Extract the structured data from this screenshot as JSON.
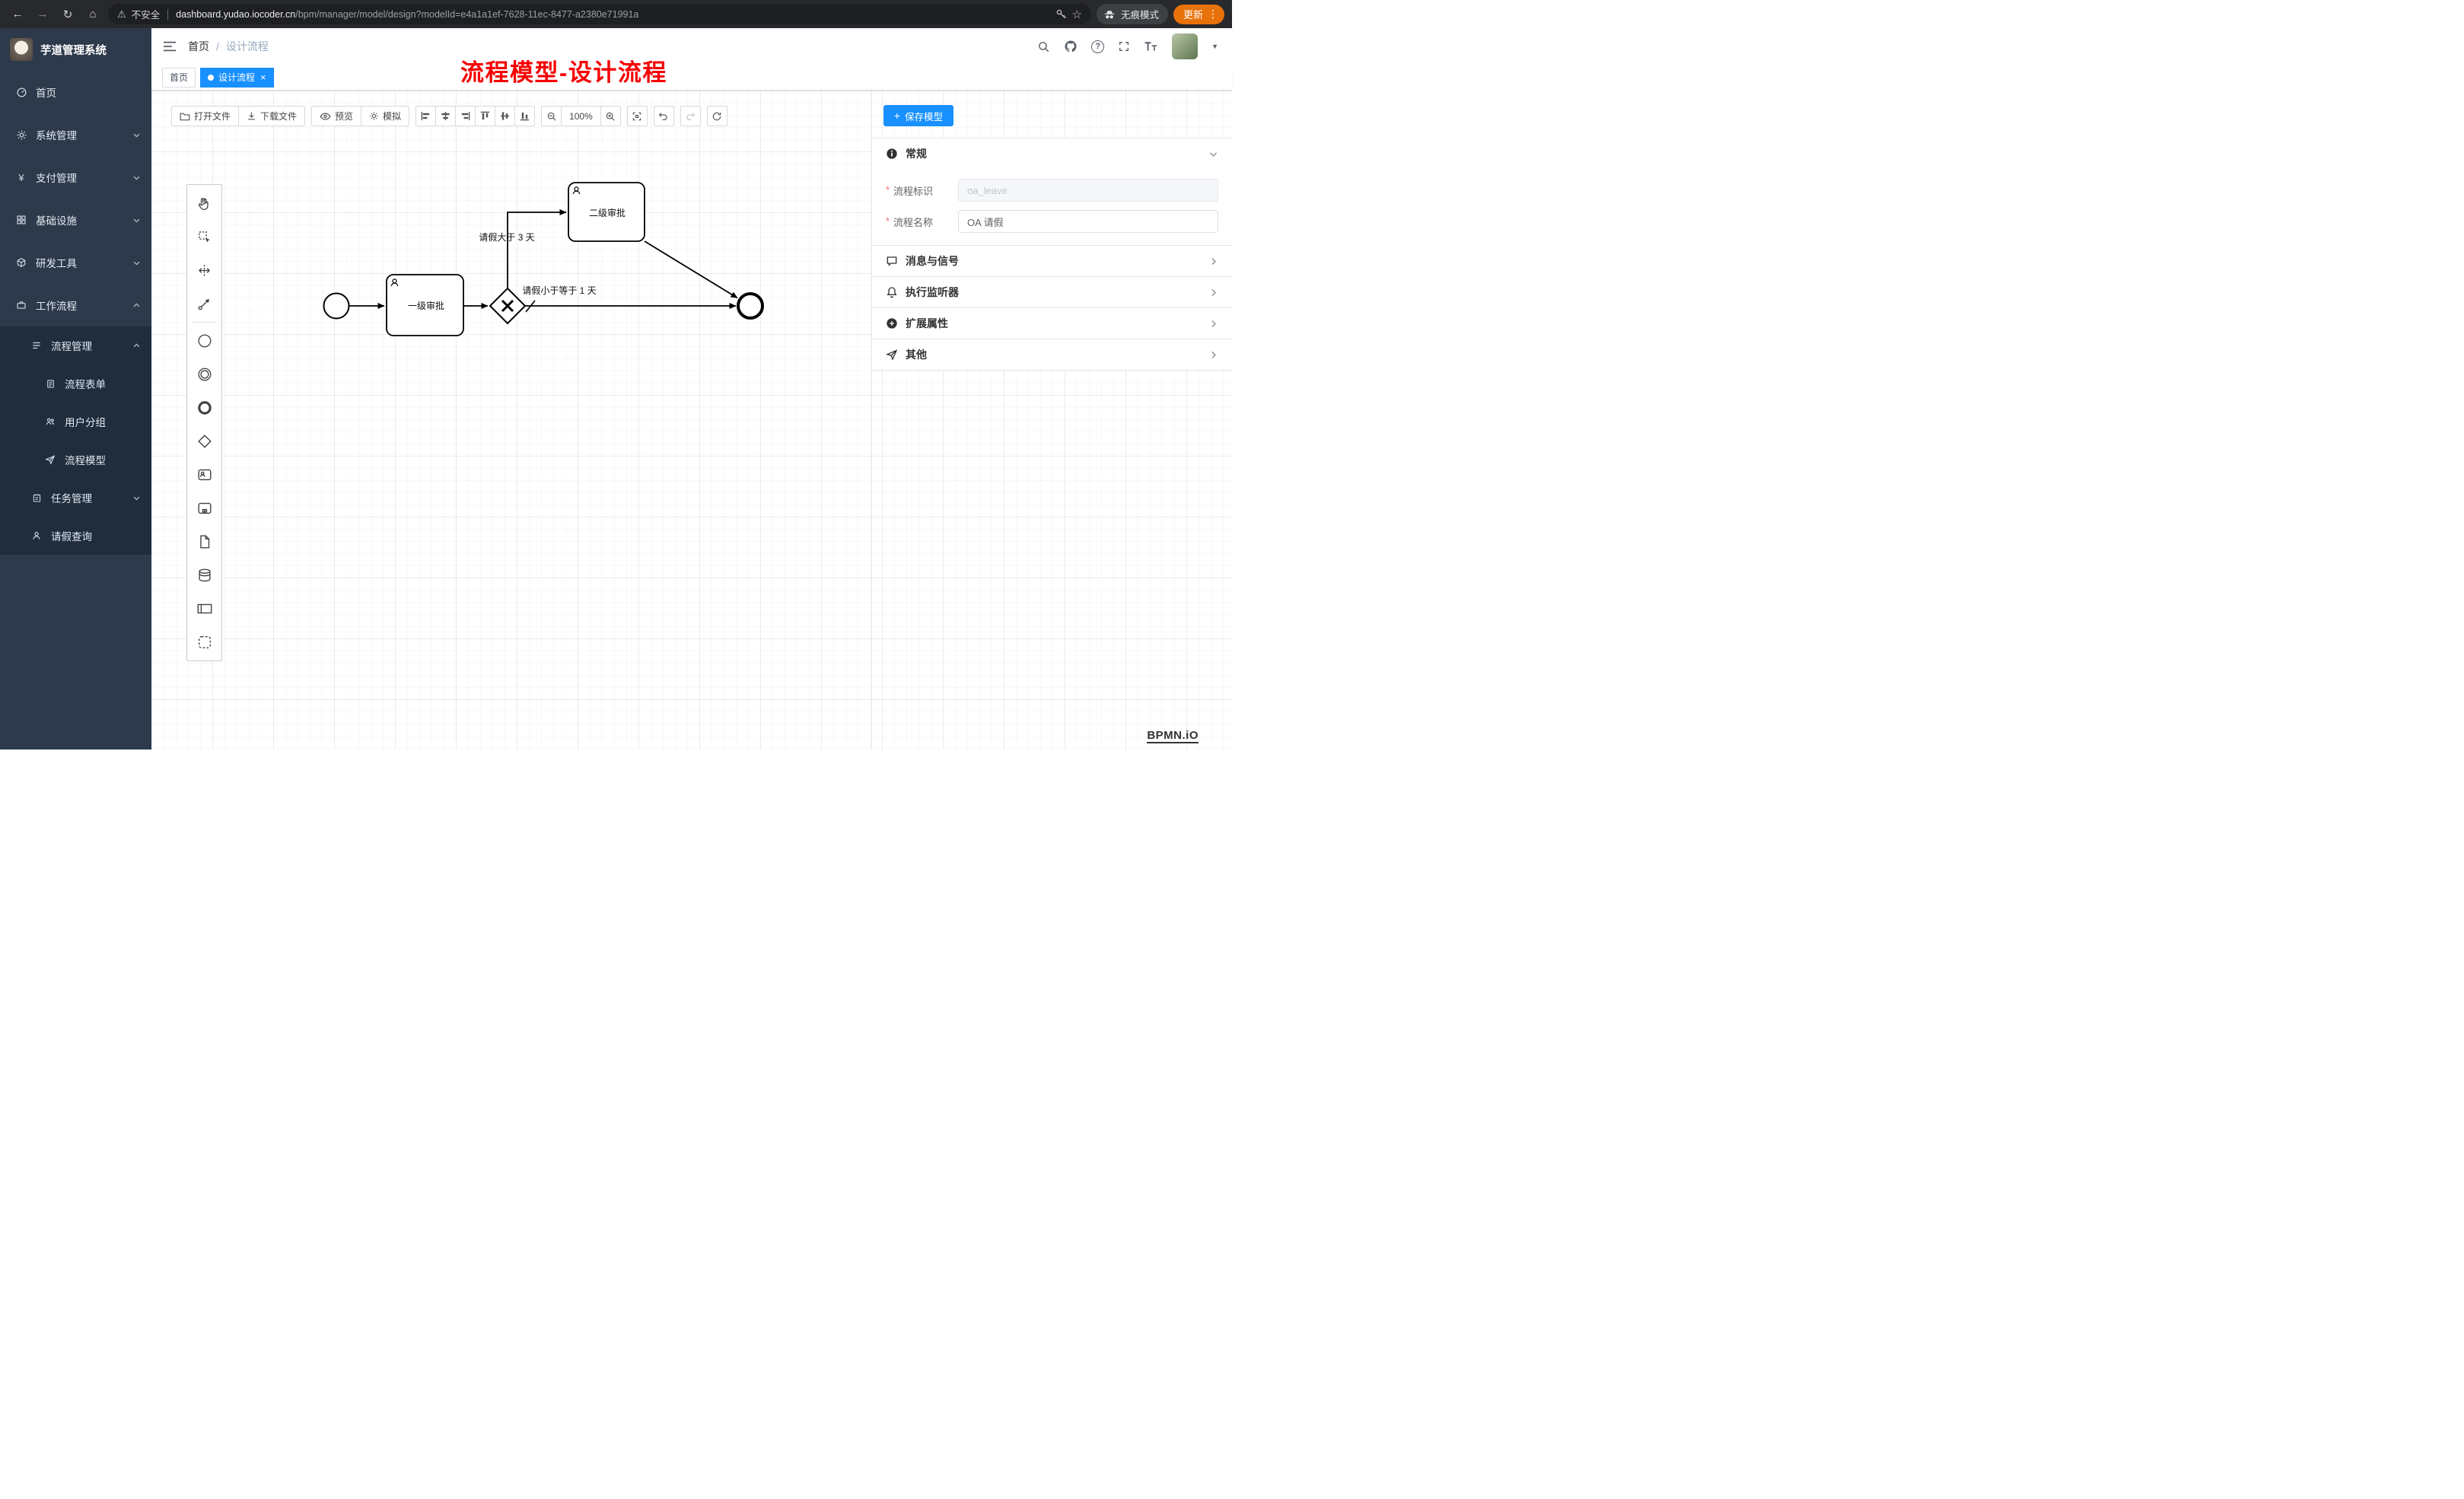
{
  "colors": {
    "accent": "#1890ff",
    "update": "#e8710a"
  },
  "browser": {
    "security_label": "不安全",
    "url_domain": "dashboard.yudao.iocoder.cn",
    "url_path": "/bpm/manager/model/design?modelId=e4a1a1ef-7628-11ec-8477-a2380e71991a",
    "incognito_label": "无痕模式",
    "update_label": "更新"
  },
  "sidebar": {
    "logo_title": "芋道管理系统",
    "items": [
      {
        "label": "首页",
        "icon": "dashboard-icon"
      },
      {
        "label": "系统管理",
        "icon": "gear-icon",
        "chevron": "down"
      },
      {
        "label": "支付管理",
        "icon": "payment-icon",
        "chevron": "down"
      },
      {
        "label": "基础设施",
        "icon": "infrastructure-icon",
        "chevron": "down"
      },
      {
        "label": "研发工具",
        "icon": "devtools-icon",
        "chevron": "down"
      },
      {
        "label": "工作流程",
        "icon": "workflow-icon",
        "chevron": "up"
      },
      {
        "label": "流程管理",
        "icon": "process-management-icon",
        "chevron": "up"
      },
      {
        "label": "流程表单",
        "icon": "form-icon"
      },
      {
        "label": "用户分组",
        "icon": "user-group-icon"
      },
      {
        "label": "流程模型",
        "icon": "process-model-icon"
      },
      {
        "label": "任务管理",
        "icon": "task-management-icon",
        "chevron": "down"
      },
      {
        "label": "请假查询",
        "icon": "person-icon"
      }
    ]
  },
  "header": {
    "breadcrumb_home": "首页",
    "breadcrumb_current": "设计流程"
  },
  "tabs": [
    {
      "label": "首页",
      "active": false
    },
    {
      "label": "设计流程",
      "active": true
    }
  ],
  "annotation": "流程模型-设计流程",
  "toolbar": {
    "open_file": "打开文件",
    "download_file": "下载文件",
    "preview": "预览",
    "simulate": "模拟",
    "zoom_level": "100%",
    "save_model": "保存模型"
  },
  "diagram": {
    "task1_label": "一级审批",
    "task2_label": "二级审批",
    "flow_label_over3": "请假大于 3 天",
    "flow_label_le1": "请假小于等于 1 天"
  },
  "properties": {
    "general_title": "常规",
    "process_key_label": "流程标识",
    "process_key_value": "oa_leave",
    "process_name_label": "流程名称",
    "process_name_value": "OA 请假",
    "messages_title": "消息与信号",
    "listeners_title": "执行监听器",
    "ext_attrs_title": "扩展属性",
    "other_title": "其他"
  },
  "watermark": "BPMN.iO"
}
